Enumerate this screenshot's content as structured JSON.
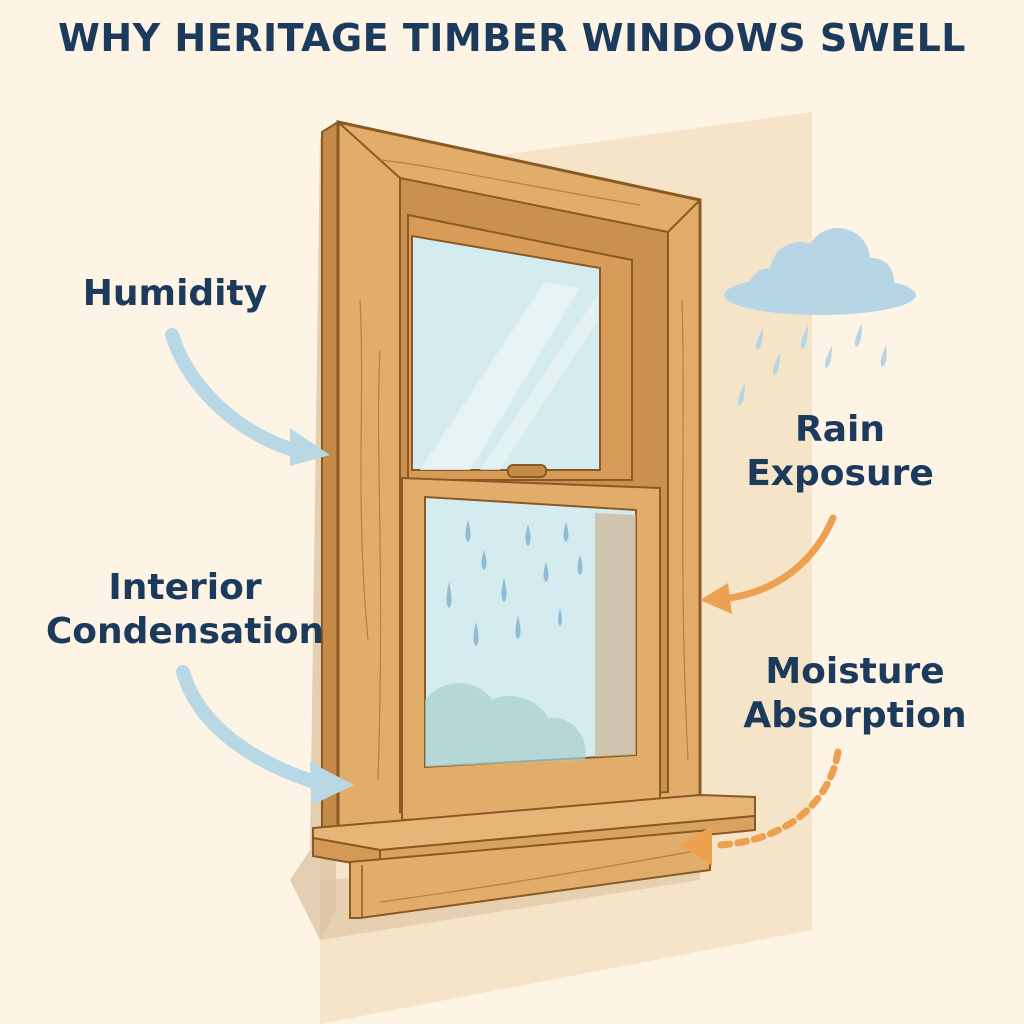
{
  "title": "WHY HERITAGE TIMBER WINDOWS SWELL",
  "labels": {
    "humidity": "Humidity",
    "condensation_line1": "Interior",
    "condensation_line2": "Condensation",
    "rain_line1": "Rain",
    "rain_line2": "Exposure",
    "moisture_line1": "Moisture",
    "moisture_line2": "Absorption"
  },
  "icons": {
    "cloud": "rain-cloud-icon",
    "humidity_arrow": "curved-arrow-icon",
    "condensation_arrow": "curved-arrow-icon",
    "rain_arrow": "curved-arrow-icon",
    "moisture_arrow": "dashed-curved-arrow-icon"
  },
  "colors": {
    "background": "#fdf4e5",
    "wall": "#f6e4c8",
    "title_text": "#1b3a5c",
    "timber": "#e2ad6b",
    "timber_dark": "#c48a48",
    "timber_outline": "#8a5a24",
    "glass": "#d4ebef",
    "blue_arrow": "#b9d8e6",
    "orange_arrow": "#eba150",
    "cloud": "#b6d6e6"
  }
}
